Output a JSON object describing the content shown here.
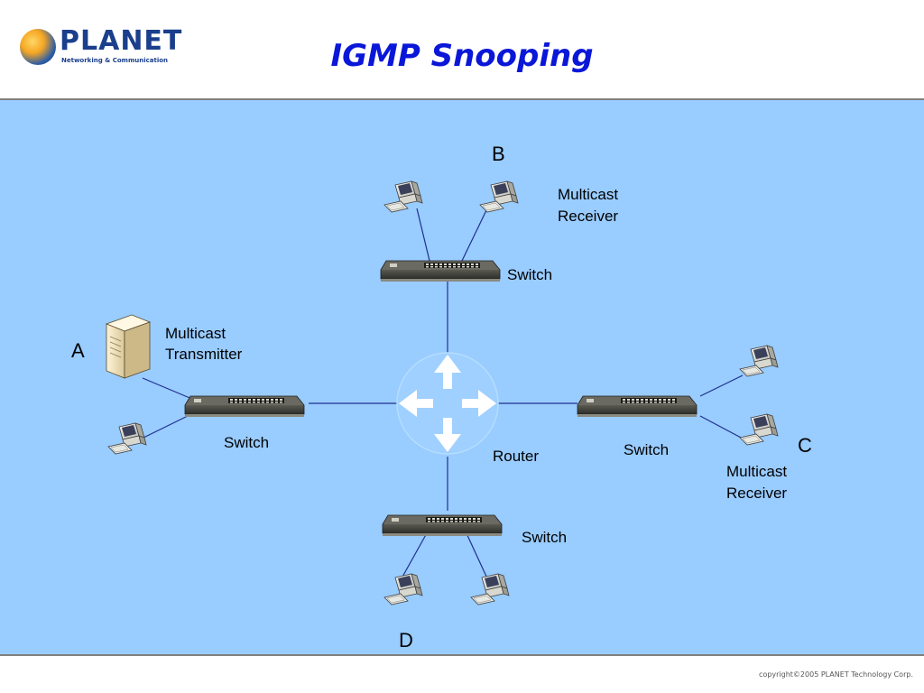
{
  "header": {
    "logo_word": "PLANET",
    "logo_tagline": "Networking & Communication",
    "title": "IGMP Snooping"
  },
  "footer": {
    "copyright": "copyright©2005 PLANET Technology Corp."
  },
  "diagram": {
    "nodes": {
      "B": {
        "letter": "B",
        "role_line1": "Multicast",
        "role_line2": "Receiver",
        "switch_label": "Switch"
      },
      "A": {
        "letter": "A",
        "role_line1": "Multicast",
        "role_line2": "Transmitter",
        "switch_label": "Switch"
      },
      "C": {
        "letter": "C",
        "role_line1": "Multicast",
        "role_line2": "Receiver",
        "switch_label": "Switch"
      },
      "D": {
        "letter": "D",
        "switch_label": "Switch"
      }
    },
    "router_label": "Router"
  },
  "colors": {
    "panel_bg": "#99ccff",
    "title": "#0a17d8",
    "link_line": "#1f2f8f",
    "switch_body": "#3b3b35"
  },
  "icons": [
    "planet-logo-icon",
    "router-icon",
    "switch-icon",
    "computer-icon",
    "server-icon"
  ]
}
